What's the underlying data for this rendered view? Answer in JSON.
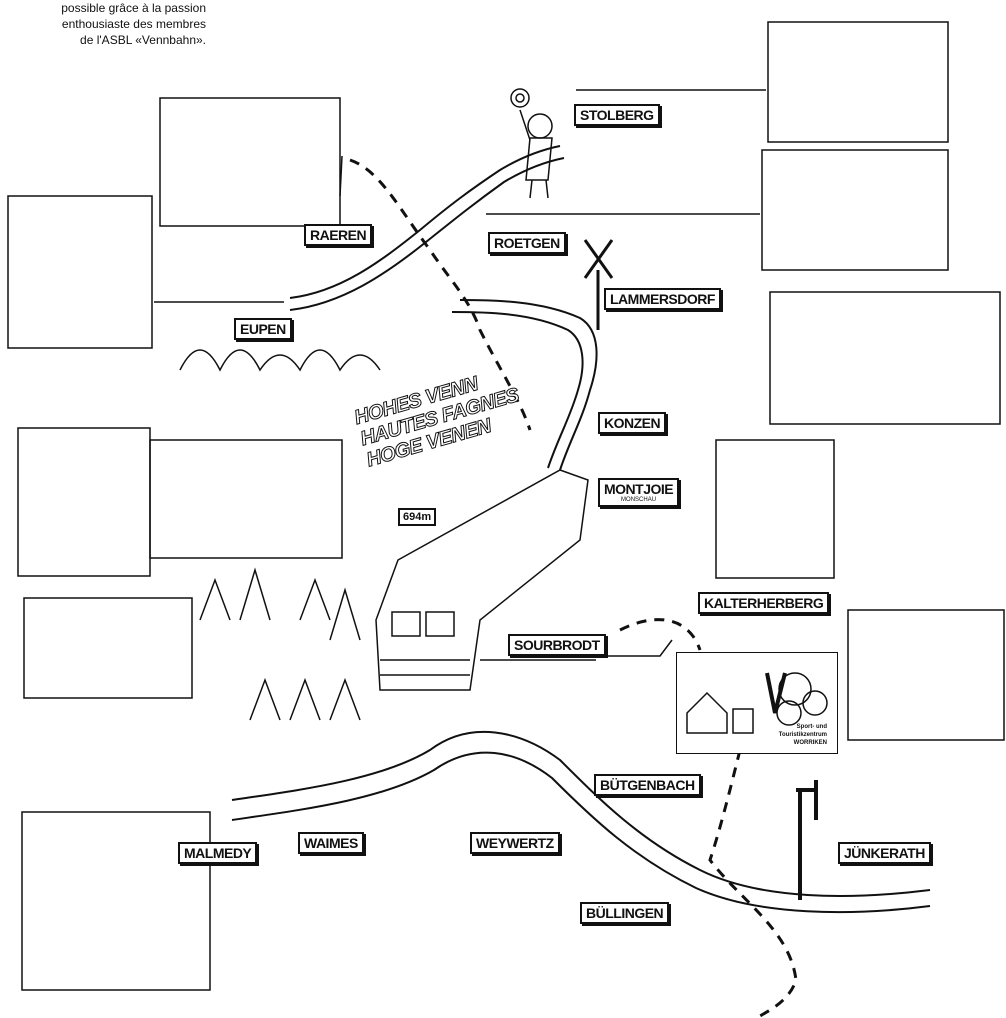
{
  "caption": {
    "line1": "possible grâce à la passion",
    "line2": "enthousiaste des membres",
    "line3": "de l'ASBL «Vennbahn»."
  },
  "stations": {
    "stolberg": "STOLBERG",
    "raeren": "RAEREN",
    "roetgen": "ROETGEN",
    "lammersdorf": "LAMMERSDORF",
    "eupen": "EUPEN",
    "konzen": "KONZEN",
    "montjoie": "MONTJOIE",
    "montjoie_sub": "MONSCHAU",
    "kalterherberg": "KALTERHERBERG",
    "sourbrodt": "SOURBRODT",
    "butgenbach": "BÜTGENBACH",
    "malmedy": "MALMEDY",
    "waimes": "WAIMES",
    "weywertz": "WEYWERTZ",
    "bullingen": "BÜLLINGEN",
    "junkerath": "JÜNKERATH"
  },
  "venn": {
    "line1": "HOHES VENN",
    "line2": "HAUTES FAGNES",
    "line3": "HOGE VENEN"
  },
  "altitude_sign": "694m",
  "sport_center": {
    "line1": "Sport- und",
    "line2": "Touristikzentrum",
    "line3": "WORRIKEN"
  },
  "colors": {
    "ink": "#111111",
    "paper": "#ffffff"
  }
}
